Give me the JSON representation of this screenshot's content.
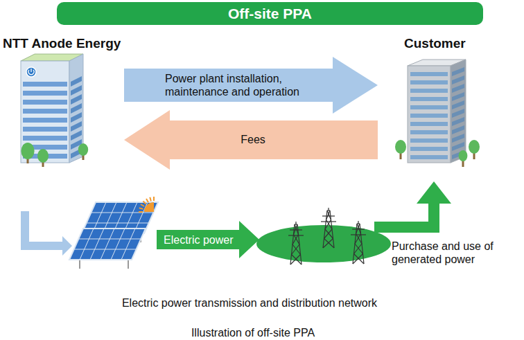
{
  "diagram": {
    "title": "Off-site PPA",
    "caption": "Illustration of off-site PPA",
    "nodes": [
      {
        "text": [
          "NTT Anode Energy"
        ]
      },
      {
        "text": [
          "Customer"
        ]
      }
    ],
    "edges": [
      {
        "from": 0,
        "to": 1,
        "arrow": "to",
        "label": "Power plant installation, maintenance and operation"
      },
      {
        "from": 1,
        "to": 0,
        "arrow": "to",
        "label": "Fees"
      }
    ],
    "labels": [
      "Electric power",
      "Purchase and use of generated power",
      "Electric power transmission and distribution network"
    ]
  }
}
